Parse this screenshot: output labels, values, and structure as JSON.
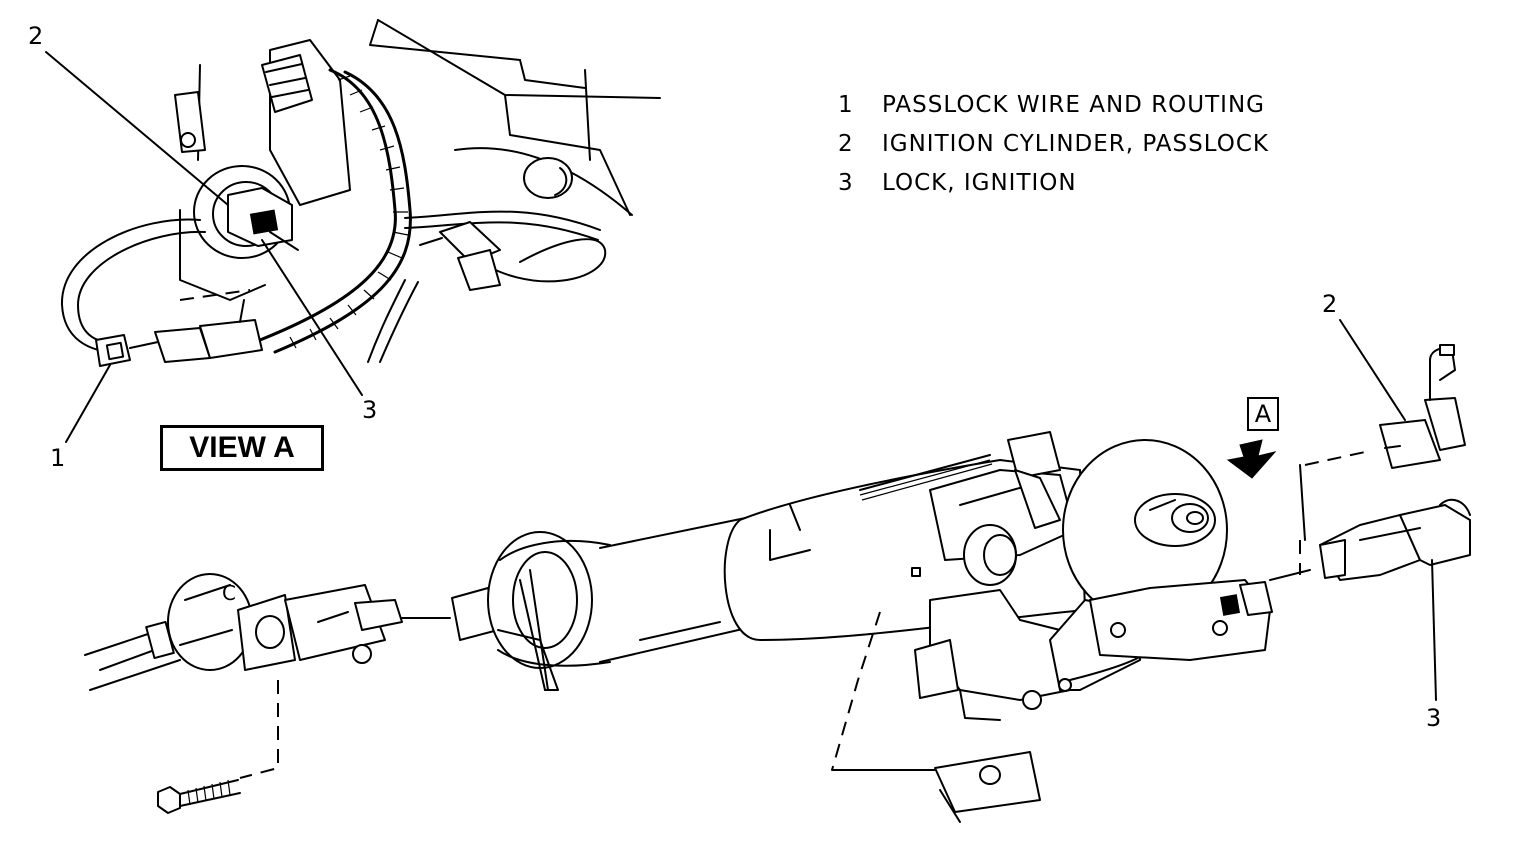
{
  "legend": {
    "items": [
      {
        "number": "1",
        "label": "PASSLOCK WIRE AND ROUTING"
      },
      {
        "number": "2",
        "label": "IGNITION CYLINDER, PASSLOCK"
      },
      {
        "number": "3",
        "label": "LOCK, IGNITION"
      }
    ]
  },
  "view_label": "VIEW A",
  "view_marker": "A",
  "callouts": {
    "view_a_1": "1",
    "view_a_2": "2",
    "view_a_3": "3",
    "main_2": "2",
    "main_3": "3"
  }
}
